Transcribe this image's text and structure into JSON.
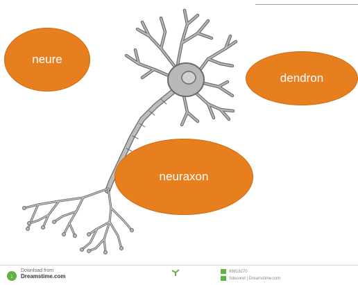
{
  "labels": {
    "neure": "neure",
    "dendron": "dendron",
    "neuraxon": "neuraxon"
  },
  "footer": {
    "download_from": "Download from",
    "brand": "Dreamstime.com",
    "id_text": "99818270",
    "credit_text": "Sdecoret | Dreamstime.com"
  },
  "colors": {
    "bubble_fill": "#e87f1e",
    "bubble_text": "#ffffff",
    "neuron_body": "#b8b8b8",
    "neuron_outline": "#6a6a6a"
  },
  "icons": {
    "download": "download-arrow-icon",
    "tree": "tree-logo-icon"
  }
}
